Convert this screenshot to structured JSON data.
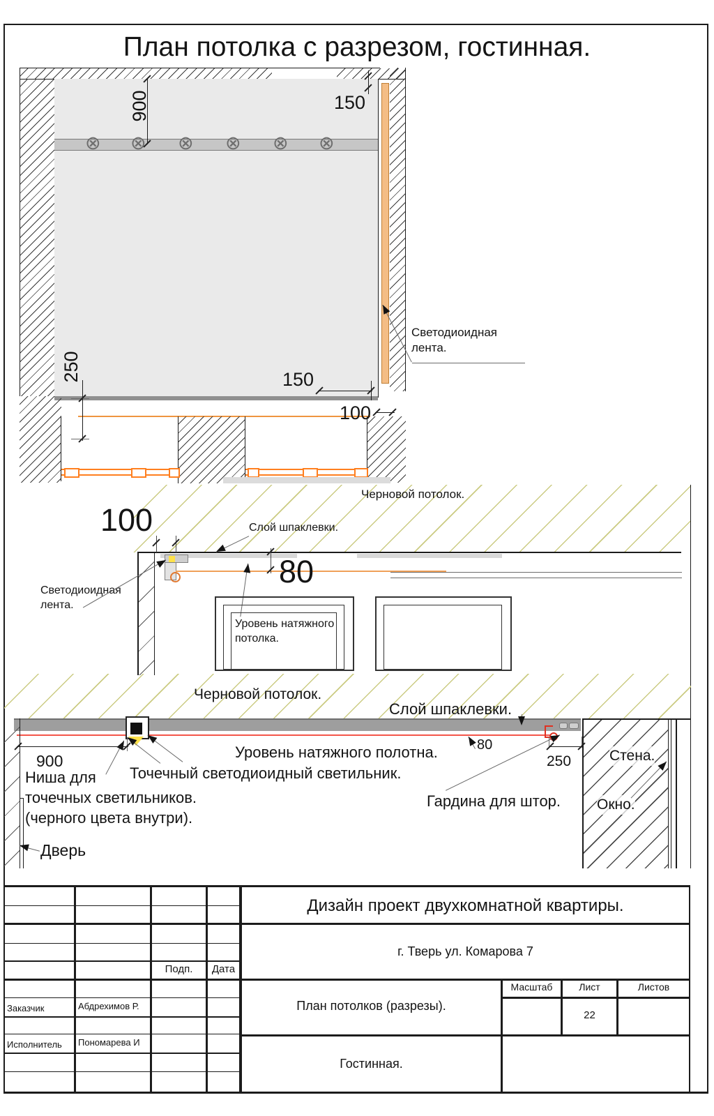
{
  "page": {
    "title": "План потолка с разрезом, гостинная."
  },
  "plan": {
    "dim_900": "900",
    "dim_150_top": "150",
    "dim_250": "250",
    "dim_150_bottom": "150",
    "dim_100": "100",
    "led_label": "Светодиоидная\nлента."
  },
  "detail": {
    "rough_label": "Черновой потолок.",
    "dim_100": "100",
    "dim_80": "80",
    "putty_label": "Слой шпаклевки.",
    "led_label": "Светодиоидная\nлента.",
    "stretch_label": "Уровень натяжного\nпотолка."
  },
  "section": {
    "rough_label": "Черновой потолок.",
    "putty_label": "Слой шпаклевки.",
    "stretch_label": "Уровень натяжного полотна.",
    "dim_80": "80",
    "dim_900": "900",
    "dim_250": "250",
    "niche_label": "Ниша для\nточечных светильников.\n(черного цвета внутри).",
    "spot_label": "Точечный светодиоидный светильник.",
    "curtain_label": "Гардина для штор.",
    "wall_label": "Стена.",
    "window_label": "Окно.",
    "door_label": "Дверь"
  },
  "titleblock": {
    "project": "Дизайн проект двухкомнатной квартиры.",
    "address": "г. Тверь ул. Комарова 7",
    "sheet_title": "План потолков (разрезы).",
    "room": "Гостинная.",
    "sign_col": "Подп.",
    "date_col": "Дата",
    "customer_label": "Заказчик",
    "customer_name": "Абдрехимов Р.",
    "executor_label": "Исполнитель",
    "executor_name": "Пономарева И",
    "scale_label": "Масштаб",
    "sheet_label": "Лист",
    "sheets_label": "Листов",
    "sheet_number": "22"
  },
  "colors": {
    "led_strip": "#f4bd85",
    "window_frame": "#ff7f1f",
    "stretch_level_line": "#f4564a",
    "rough_ceiling_hatch": "#cbcb82",
    "spot_glow": "#ffe24a",
    "ceiling_fill": "#eaeaea"
  }
}
